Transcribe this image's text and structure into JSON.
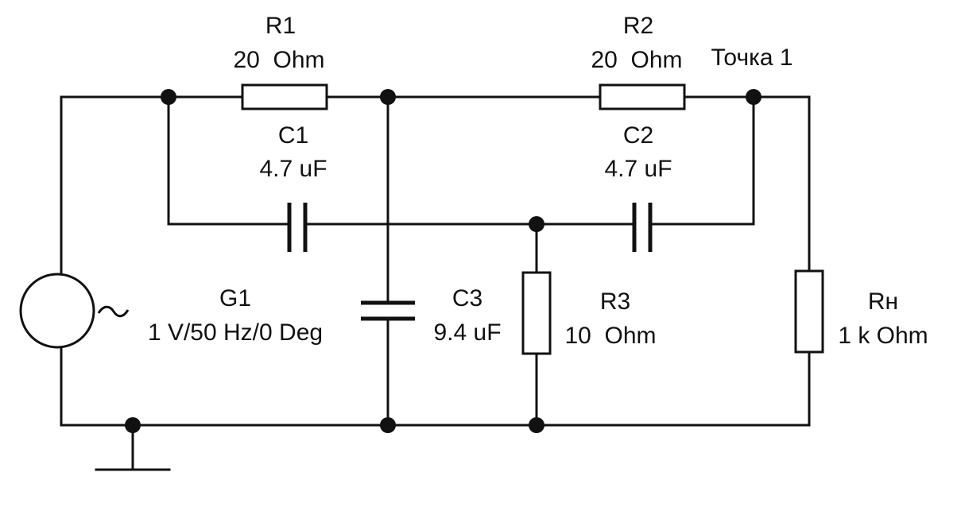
{
  "components": {
    "r1": {
      "name": "R1",
      "value": "20  Ohm"
    },
    "r2": {
      "name": "R2",
      "value": "20  Ohm"
    },
    "r3": {
      "name": "R3",
      "value": "10  Ohm"
    },
    "rn": {
      "name": "Rн",
      "value": "1 k Ohm"
    },
    "c1": {
      "name": "C1",
      "value": "4.7 uF"
    },
    "c2": {
      "name": "C2",
      "value": "4.7 uF"
    },
    "c3": {
      "name": "C3",
      "value": "9.4 uF"
    },
    "g1": {
      "name": "G1",
      "value": "1 V/50 Hz/0 Deg",
      "symbol": "~"
    }
  },
  "labels": {
    "point1": "Точка 1"
  },
  "icons": {
    "source": "ac-voltage-source-icon",
    "ground": "ground-icon"
  },
  "colors": {
    "line": "#111111",
    "background": "#ffffff"
  }
}
